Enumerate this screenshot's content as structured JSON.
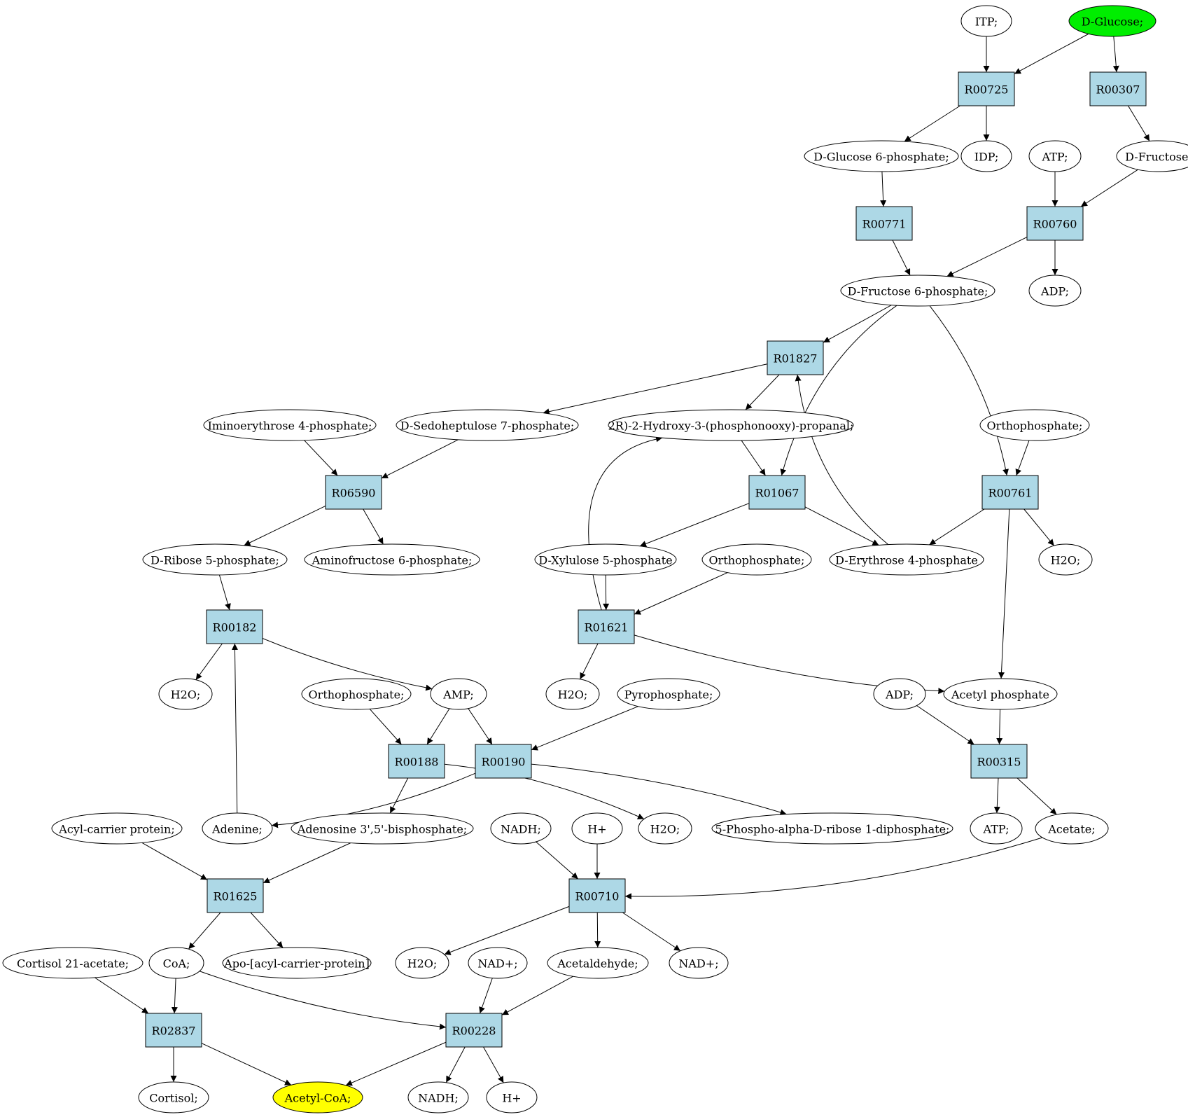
{
  "nodes": {
    "itp": {
      "label": "ITP;",
      "shape": "ellipse"
    },
    "dglucose": {
      "label": "D-Glucose;",
      "shape": "ellipse",
      "color": "#00ee00"
    },
    "r00725": {
      "label": "R00725",
      "shape": "box"
    },
    "r00307": {
      "label": "R00307",
      "shape": "box"
    },
    "g6p": {
      "label": "D-Glucose 6-phosphate;",
      "shape": "ellipse"
    },
    "idp": {
      "label": "IDP;",
      "shape": "ellipse"
    },
    "atp1": {
      "label": "ATP;",
      "shape": "ellipse"
    },
    "dfructose": {
      "label": "D-Fructose;",
      "shape": "ellipse"
    },
    "r00771": {
      "label": "R00771",
      "shape": "box"
    },
    "r00760": {
      "label": "R00760",
      "shape": "box"
    },
    "f6p": {
      "label": "D-Fructose 6-phosphate;",
      "shape": "ellipse"
    },
    "adp1": {
      "label": "ADP;",
      "shape": "ellipse"
    },
    "r01827": {
      "label": "R01827",
      "shape": "box"
    },
    "imino": {
      "label": "Iminoerythrose 4-phosphate;",
      "shape": "ellipse"
    },
    "s7p": {
      "label": "D-Sedoheptulose 7-phosphate;",
      "shape": "ellipse"
    },
    "hpp": {
      "label": "2R)-2-Hydroxy-3-(phosphonooxy)-propanal;",
      "shape": "ellipse"
    },
    "ortho1": {
      "label": "Orthophosphate;",
      "shape": "ellipse"
    },
    "r06590": {
      "label": "R06590",
      "shape": "box"
    },
    "r01067": {
      "label": "R01067",
      "shape": "box"
    },
    "r00761": {
      "label": "R00761",
      "shape": "box"
    },
    "r5p": {
      "label": "D-Ribose 5-phosphate;",
      "shape": "ellipse"
    },
    "amino6p": {
      "label": "Aminofructose 6-phosphate;",
      "shape": "ellipse"
    },
    "x5p": {
      "label": "D-Xylulose 5-phosphate",
      "shape": "ellipse"
    },
    "ortho2": {
      "label": "Orthophosphate;",
      "shape": "ellipse"
    },
    "e4p": {
      "label": "D-Erythrose 4-phosphate",
      "shape": "ellipse"
    },
    "h2o1": {
      "label": "H2O;",
      "shape": "ellipse"
    },
    "r00182": {
      "label": "R00182",
      "shape": "box"
    },
    "r01621": {
      "label": "R01621",
      "shape": "box"
    },
    "h2o2": {
      "label": "H2O;",
      "shape": "ellipse"
    },
    "ortho3": {
      "label": "Orthophosphate;",
      "shape": "ellipse"
    },
    "amp": {
      "label": "AMP;",
      "shape": "ellipse"
    },
    "h2o3": {
      "label": "H2O;",
      "shape": "ellipse"
    },
    "ppi": {
      "label": "Pyrophosphate;",
      "shape": "ellipse"
    },
    "adp2": {
      "label": "ADP;",
      "shape": "ellipse"
    },
    "acp": {
      "label": "Acetyl phosphate",
      "shape": "ellipse"
    },
    "r00188": {
      "label": "R00188",
      "shape": "box"
    },
    "r00190": {
      "label": "R00190",
      "shape": "box"
    },
    "r00315": {
      "label": "R00315",
      "shape": "box"
    },
    "acylcp": {
      "label": "Acyl-carrier protein;",
      "shape": "ellipse"
    },
    "adenine": {
      "label": "Adenine;",
      "shape": "ellipse"
    },
    "pap": {
      "label": "Adenosine 3',5'-bisphosphate;",
      "shape": "ellipse"
    },
    "nadh1": {
      "label": "NADH;",
      "shape": "ellipse"
    },
    "hplus1": {
      "label": "H+",
      "shape": "ellipse"
    },
    "h2o4": {
      "label": "H2O;",
      "shape": "ellipse"
    },
    "prpp": {
      "label": "5-Phospho-alpha-D-ribose 1-diphosphate;",
      "shape": "ellipse"
    },
    "atp2": {
      "label": "ATP;",
      "shape": "ellipse"
    },
    "acetate": {
      "label": "Acetate;",
      "shape": "ellipse"
    },
    "r01625": {
      "label": "R01625",
      "shape": "box"
    },
    "r00710": {
      "label": "R00710",
      "shape": "box"
    },
    "cortisolac": {
      "label": "Cortisol 21-acetate;",
      "shape": "ellipse"
    },
    "coa": {
      "label": "CoA;",
      "shape": "ellipse"
    },
    "apoacp": {
      "label": "Apo-[acyl-carrier-protein]",
      "shape": "ellipse"
    },
    "h2o5": {
      "label": "H2O;",
      "shape": "ellipse"
    },
    "nadp1": {
      "label": "NAD+;",
      "shape": "ellipse"
    },
    "acetald": {
      "label": "Acetaldehyde;",
      "shape": "ellipse"
    },
    "nadp2": {
      "label": "NAD+;",
      "shape": "ellipse"
    },
    "r02837": {
      "label": "R02837",
      "shape": "box"
    },
    "r00228": {
      "label": "R00228",
      "shape": "box"
    },
    "cortisol": {
      "label": "Cortisol;",
      "shape": "ellipse"
    },
    "acetylcoa": {
      "label": "Acetyl-CoA;",
      "shape": "ellipse",
      "color": "#ffff00"
    },
    "nadh2": {
      "label": "NADH;",
      "shape": "ellipse"
    },
    "hplus2": {
      "label": "H+",
      "shape": "ellipse"
    }
  },
  "edges": [
    [
      "itp",
      "r00725"
    ],
    [
      "dglucose",
      "r00725"
    ],
    [
      "dglucose",
      "r00307"
    ],
    [
      "r00725",
      "g6p"
    ],
    [
      "r00725",
      "idp"
    ],
    [
      "r00307",
      "dfructose"
    ],
    [
      "g6p",
      "r00771"
    ],
    [
      "atp1",
      "r00760"
    ],
    [
      "dfructose",
      "r00760"
    ],
    [
      "r00771",
      "f6p"
    ],
    [
      "r00760",
      "f6p"
    ],
    [
      "r00760",
      "adp1"
    ],
    [
      "f6p",
      "r01827"
    ],
    [
      "f6p",
      "r01067"
    ],
    [
      "f6p",
      "r00761"
    ],
    [
      "r01827",
      "s7p"
    ],
    [
      "r01827",
      "hpp"
    ],
    [
      "imino",
      "r06590"
    ],
    [
      "s7p",
      "r06590"
    ],
    [
      "hpp",
      "r01067"
    ],
    [
      "ortho1",
      "r00761"
    ],
    [
      "r06590",
      "r5p"
    ],
    [
      "r06590",
      "amino6p"
    ],
    [
      "r01067",
      "x5p"
    ],
    [
      "r01067",
      "e4p"
    ],
    [
      "e4p",
      "r01827"
    ],
    [
      "r00761",
      "e4p"
    ],
    [
      "r00761",
      "h2o1"
    ],
    [
      "r00761",
      "acp"
    ],
    [
      "r5p",
      "r00182"
    ],
    [
      "x5p",
      "r01621"
    ],
    [
      "ortho2",
      "r01621"
    ],
    [
      "r01621",
      "hpp"
    ],
    [
      "r01621",
      "h2o3"
    ],
    [
      "r01621",
      "acp"
    ],
    [
      "r00182",
      "h2o2"
    ],
    [
      "r00182",
      "amp"
    ],
    [
      "adenine",
      "r00182"
    ],
    [
      "ortho3",
      "r00188"
    ],
    [
      "amp",
      "r00188"
    ],
    [
      "amp",
      "r00190"
    ],
    [
      "ppi",
      "r00190"
    ],
    [
      "adp2",
      "r00315"
    ],
    [
      "acp",
      "r00315"
    ],
    [
      "r00190",
      "adenine"
    ],
    [
      "r00190",
      "prpp"
    ],
    [
      "r00188",
      "pap"
    ],
    [
      "r00188",
      "h2o4"
    ],
    [
      "r00315",
      "atp2"
    ],
    [
      "r00315",
      "acetate"
    ],
    [
      "acylcp",
      "r01625"
    ],
    [
      "pap",
      "r01625"
    ],
    [
      "nadh1",
      "r00710"
    ],
    [
      "hplus1",
      "r00710"
    ],
    [
      "acetate",
      "r00710"
    ],
    [
      "r01625",
      "coa"
    ],
    [
      "r01625",
      "apoacp"
    ],
    [
      "r00710",
      "h2o5"
    ],
    [
      "r00710",
      "acetald"
    ],
    [
      "r00710",
      "nadp2"
    ],
    [
      "cortisolac",
      "r02837"
    ],
    [
      "coa",
      "r02837"
    ],
    [
      "coa",
      "r00228"
    ],
    [
      "nadp1",
      "r00228"
    ],
    [
      "acetald",
      "r00228"
    ],
    [
      "r02837",
      "cortisol"
    ],
    [
      "r02837",
      "acetylcoa"
    ],
    [
      "r00228",
      "acetylcoa"
    ],
    [
      "r00228",
      "nadh2"
    ],
    [
      "r00228",
      "hplus2"
    ]
  ]
}
